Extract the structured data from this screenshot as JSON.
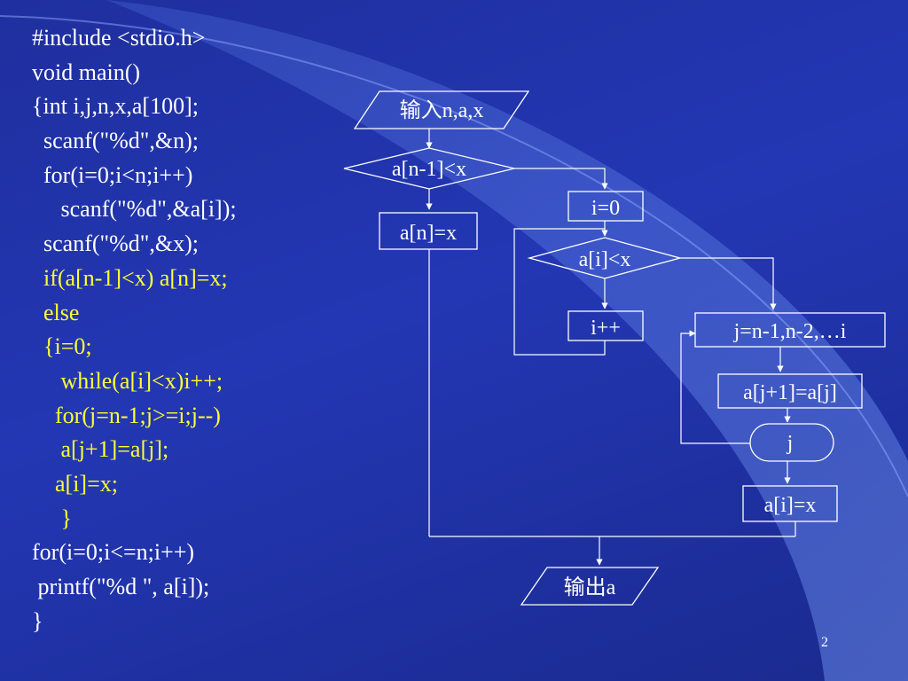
{
  "colors": {
    "background": "#2233a8",
    "text": "#ffffff",
    "highlight": "#ffff33",
    "lines": "#ffffff"
  },
  "code_lines": [
    {
      "text": "#include <stdio.h>",
      "highlight": false
    },
    {
      "text": "void main()",
      "highlight": false
    },
    {
      "text": "{int i,j,n,x,a[100];",
      "highlight": false
    },
    {
      "text": "  scanf(\"%d\",&n);",
      "highlight": false
    },
    {
      "text": "  for(i=0;i<n;i++)",
      "highlight": false
    },
    {
      "text": "     scanf(\"%d\",&a[i]);",
      "highlight": false
    },
    {
      "text": "  scanf(\"%d\",&x);",
      "highlight": false
    },
    {
      "text": "  if(a[n-1]<x) a[n]=x;",
      "highlight": true
    },
    {
      "text": "  else",
      "highlight": true
    },
    {
      "text": "  {i=0;",
      "highlight": true
    },
    {
      "text": "     while(a[i]<x)i++;",
      "highlight": true
    },
    {
      "text": "    for(j=n-1;j>=i;j--)",
      "highlight": true
    },
    {
      "text": "     a[j+1]=a[j];",
      "highlight": true
    },
    {
      "text": "    a[i]=x;",
      "highlight": true
    },
    {
      "text": "     }",
      "highlight": true
    },
    {
      "text": "for(i=0;i<=n;i++)",
      "highlight": false
    },
    {
      "text": " printf(\"%d \", a[i]);",
      "highlight": false
    },
    {
      "text": "}",
      "highlight": false
    }
  ],
  "flowchart": {
    "input": "输入n,a,x",
    "cond_outer": "a[n-1]<x",
    "assign_an": "a[n]=x",
    "init_i": "i=0",
    "cond_inner": "a[i]<x",
    "incr_i": "i++",
    "loop_j_header": "j=n-1,n-2,…i",
    "loop_body": "a[j+1]=a[j]",
    "loop_j_end": "j",
    "assign_ai": "a[i]=x",
    "output": "输出a"
  },
  "page_number": "2"
}
